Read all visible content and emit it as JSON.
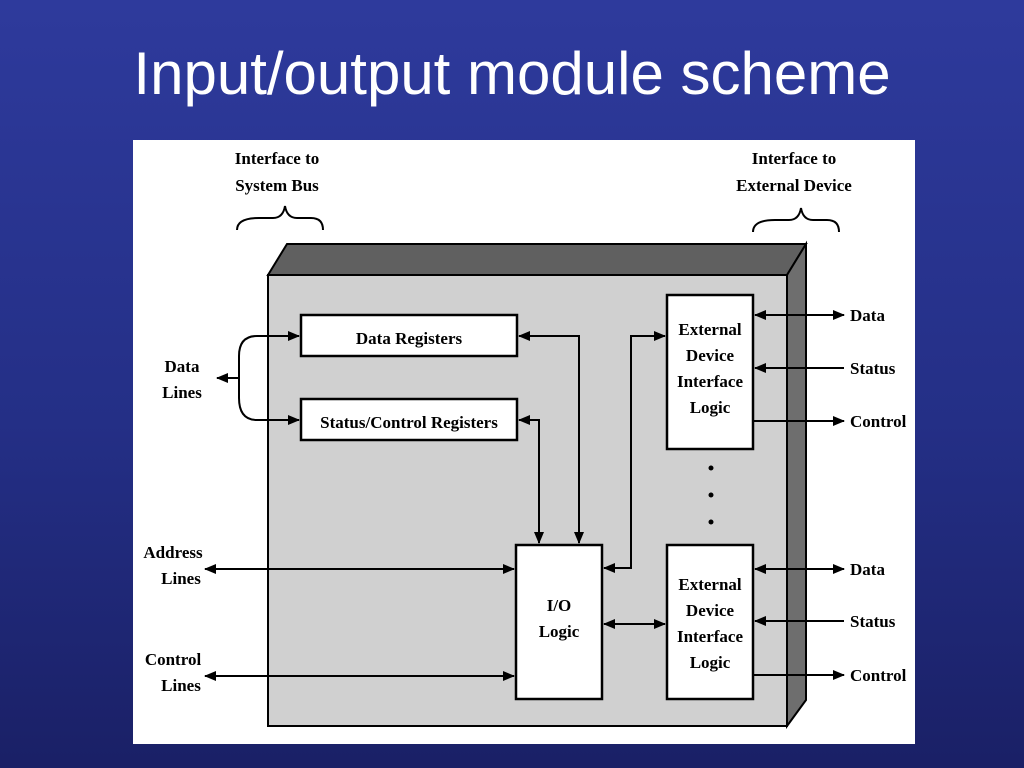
{
  "slide": {
    "title": "Input/output module scheme"
  },
  "diagram": {
    "headers": {
      "system_bus": [
        "Interface to",
        "System Bus"
      ],
      "external_device": [
        "Interface to",
        "External Device"
      ]
    },
    "blocks": {
      "data_registers": "Data Registers",
      "status_control_registers": "Status/Control Registers",
      "io_logic": [
        "I/O",
        "Logic"
      ],
      "ext_interface_1": [
        "External",
        "Device",
        "Interface",
        "Logic"
      ],
      "ext_interface_2": [
        "External",
        "Device",
        "Interface",
        "Logic"
      ]
    },
    "left_lines": {
      "data": [
        "Data",
        "Lines"
      ],
      "address": [
        "Address",
        "Lines"
      ],
      "control": [
        "Control",
        "Lines"
      ]
    },
    "right_signals_1": {
      "data": "Data",
      "status": "Status",
      "control": "Control"
    },
    "right_signals_2": {
      "data": "Data",
      "status": "Status",
      "control": "Control"
    }
  }
}
